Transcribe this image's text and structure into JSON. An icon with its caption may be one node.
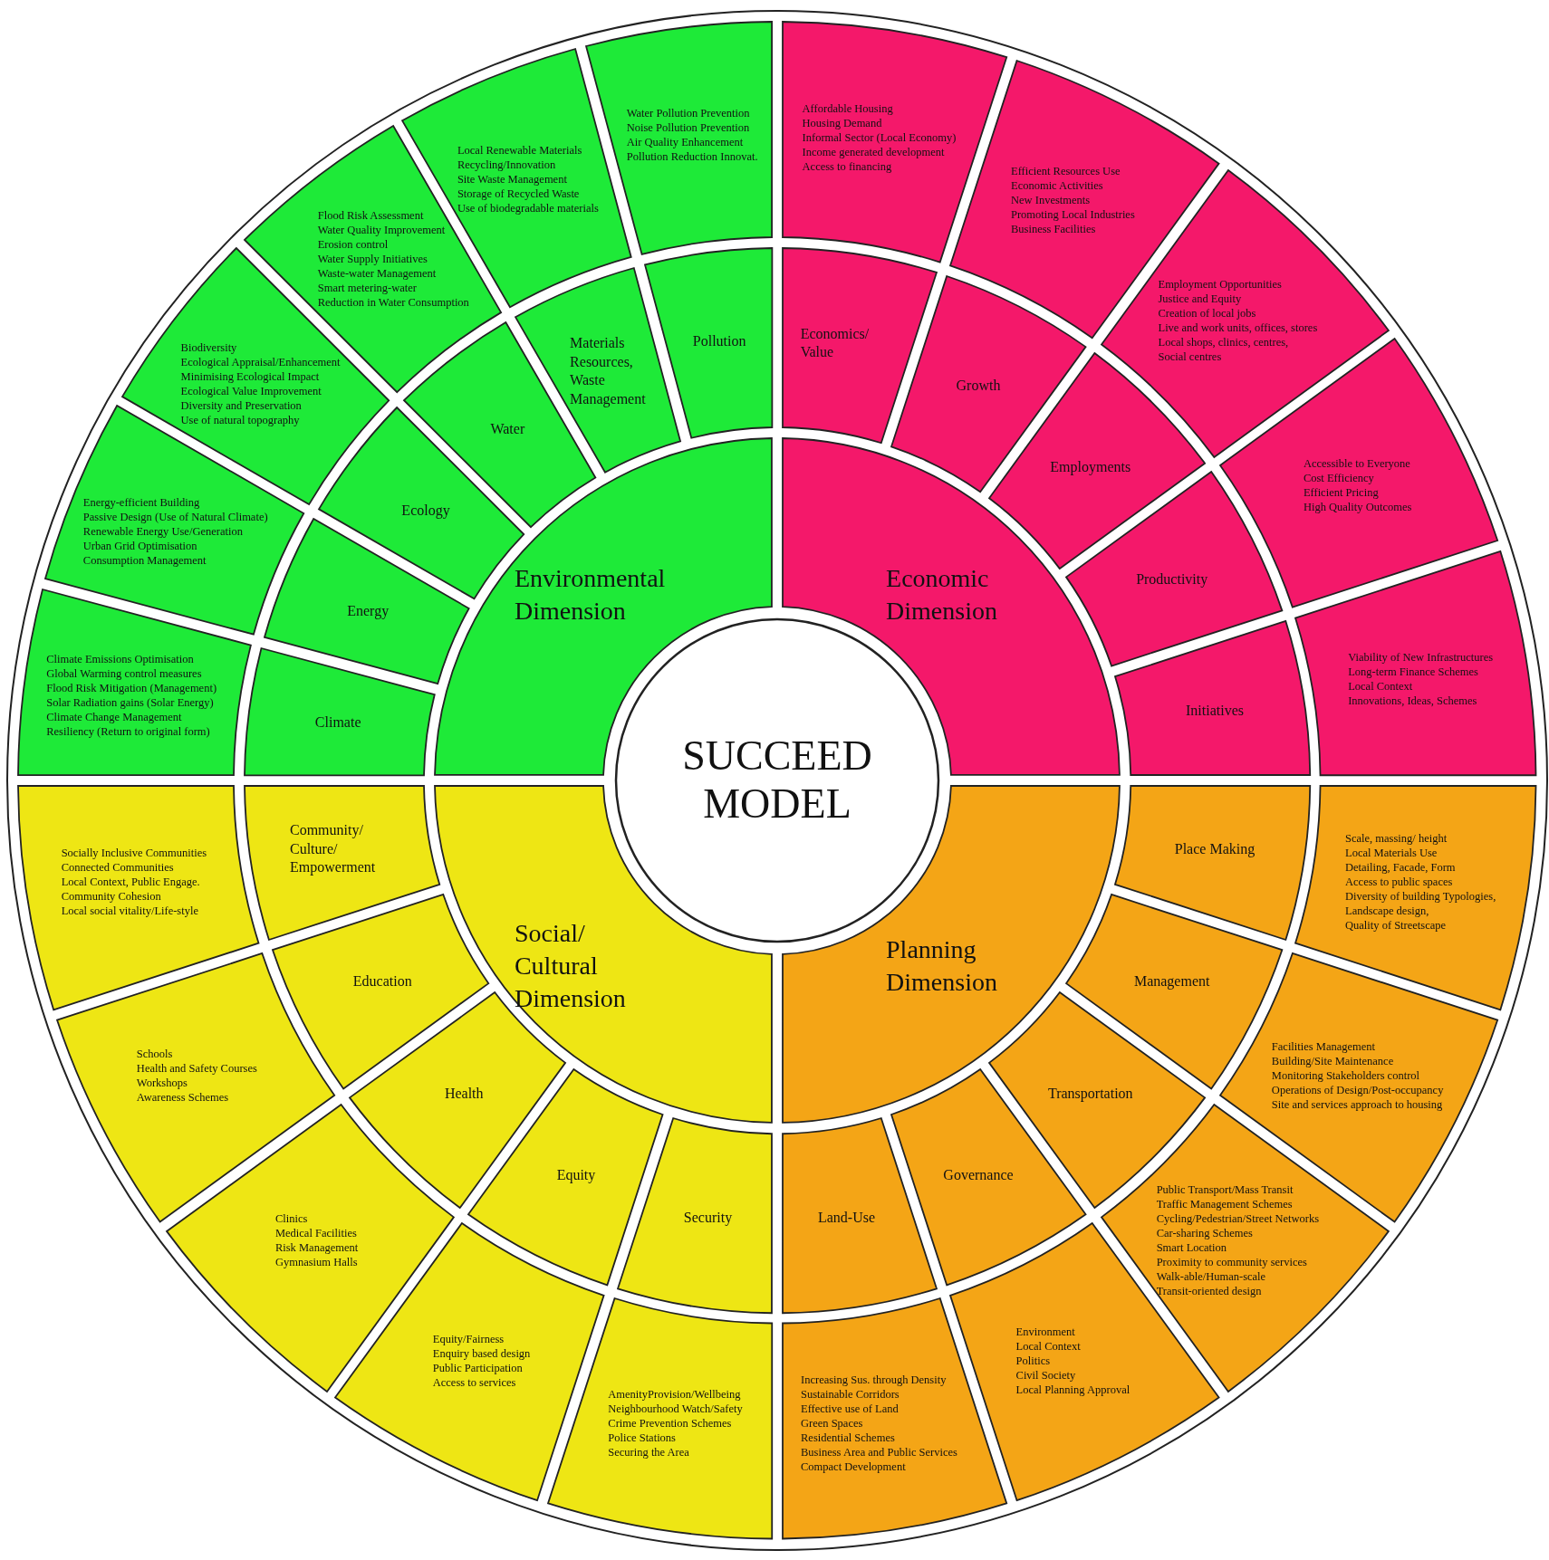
{
  "diagram": {
    "nodes": [
      {
        "text": [
          "SUCCEED MODEL"
        ]
      },
      {
        "text": [
          "Environmental Dimension"
        ]
      },
      {
        "text": [
          "Pollution"
        ]
      },
      {
        "text": [
          "Materials Resources, Waste Management"
        ]
      },
      {
        "text": [
          "Water"
        ]
      },
      {
        "text": [
          "Ecology"
        ]
      },
      {
        "text": [
          "Energy"
        ]
      },
      {
        "text": [
          "Climate"
        ]
      },
      {
        "text": [
          "Water Pollution Prevention",
          "Noise Pollution Prevention",
          "Air Quality Enhancement",
          "Pollution Reduction Innovat."
        ]
      },
      {
        "text": [
          "Local Renewable Materials",
          "Recycling/Innovation",
          "Site Waste Management",
          "Storage of Recycled Waste",
          "Use of biodegradable materials"
        ]
      },
      {
        "text": [
          "Flood Risk Assessment",
          "Water Quality Improvement",
          "Erosion control",
          "Water Supply Initiatives",
          "Waste-water Management",
          "Smart metering-water",
          "Reduction in Water Consumption"
        ]
      },
      {
        "text": [
          "Biodiversity",
          "Ecological Appraisal/Enhancement",
          "Minimising Ecological Impact",
          "Ecological Value Improvement",
          "Diversity and Preservation",
          "Use of natural topography"
        ]
      },
      {
        "text": [
          "Energy-efficient Building",
          "Passive Design (Use of Natural Climate)",
          "Renewable Energy Use/Generation",
          "Urban Grid Optimisation",
          "Consumption Management"
        ]
      },
      {
        "text": [
          "Climate Emissions Optimisation",
          "Global Warming control measures",
          "Flood Risk Mitigation (Management)",
          "Solar Radiation gains (Solar Energy)",
          "Climate Change Management",
          "Resiliency (Return to original form)"
        ]
      },
      {
        "text": [
          "Economic Dimension"
        ]
      },
      {
        "text": [
          "Economics/ Value"
        ]
      },
      {
        "text": [
          "Growth"
        ]
      },
      {
        "text": [
          "Employments"
        ]
      },
      {
        "text": [
          "Productivity"
        ]
      },
      {
        "text": [
          "Initiatives"
        ]
      },
      {
        "text": [
          "Affordable Housing",
          "Housing Demand",
          "Informal Sector (Local Economy)",
          "Income generated development",
          "Access to financing"
        ]
      },
      {
        "text": [
          "Efficient Resources Use",
          "Economic Activities",
          "New Investments",
          "Promoting Local Industries",
          "Business Facilities"
        ]
      },
      {
        "text": [
          "Employment Opportunities",
          "Justice and Equity",
          "Creation of local jobs",
          "Live and work units, offices, stores",
          "Local shops, clinics, centres,",
          "Social centres"
        ]
      },
      {
        "text": [
          "Accessible to Everyone",
          "Cost Efficiency",
          "Efficient Pricing",
          "High Quality Outcomes"
        ]
      },
      {
        "text": [
          "Viability of New Infrastructures",
          "Long-term Finance Schemes",
          "Local Context",
          "Innovations, Ideas, Schemes"
        ]
      },
      {
        "text": [
          "Social/ Cultural Dimension"
        ]
      },
      {
        "text": [
          "Security"
        ]
      },
      {
        "text": [
          "Equity"
        ]
      },
      {
        "text": [
          "Health"
        ]
      },
      {
        "text": [
          "Education"
        ]
      },
      {
        "text": [
          "Community/ Culture/ Empowerment"
        ]
      },
      {
        "text": [
          "AmenityProvision/Wellbeing",
          "Neighbourhood Watch/Safety",
          "Crime Prevention Schemes",
          "Police Stations",
          "Securing the Area"
        ]
      },
      {
        "text": [
          "Equity/Fairness",
          "Enquiry based design",
          "Public Participation",
          "Access to services"
        ]
      },
      {
        "text": [
          "Clinics",
          "Medical Facilities",
          "Risk Management",
          "Gymnasium Halls"
        ]
      },
      {
        "text": [
          "Schools",
          "Health and Safety Courses",
          "Workshops",
          "Awareness Schemes"
        ]
      },
      {
        "text": [
          "Socially Inclusive Communities",
          "Connected Communities",
          "Local Context, Public Engage.",
          "Community Cohesion",
          "Local social vitality/Life-style"
        ]
      },
      {
        "text": [
          "Planning Dimension"
        ]
      },
      {
        "text": [
          "Place Making"
        ]
      },
      {
        "text": [
          "Management"
        ]
      },
      {
        "text": [
          "Transportation"
        ]
      },
      {
        "text": [
          "Governance"
        ]
      },
      {
        "text": [
          "Land-Use"
        ]
      },
      {
        "text": [
          "Scale, massing/ height",
          "Local Materials Use",
          "Detailing, Facade, Form",
          "Access to public spaces",
          "Diversity of building Typologies,",
          "Landscape design,",
          "Quality of Streetscape"
        ]
      },
      {
        "text": [
          "Facilities Management",
          "Building/Site Maintenance",
          "Monitoring Stakeholders control",
          "Operations of Design/Post-occupancy",
          "Site and services approach to housing"
        ]
      },
      {
        "text": [
          "Public Transport/Mass Transit",
          "Traffic Management Schemes",
          "Cycling/Pedestrian/Street Networks",
          "Car-sharing Schemes",
          "Smart Location",
          "Proximity to community services",
          "Walk-able/Human-scale",
          "Transit-oriented design"
        ]
      },
      {
        "text": [
          "Environment",
          "Local Context",
          "Politics",
          "Civil Society",
          "Local Planning Approval"
        ]
      },
      {
        "text": [
          "Increasing Sus. through Density",
          "Sustainable Corridors",
          "Effective use of Land",
          "Green Spaces",
          "Residential Schemes",
          "Business Area and Public Services",
          "Compact Development"
        ]
      }
    ]
  }
}
